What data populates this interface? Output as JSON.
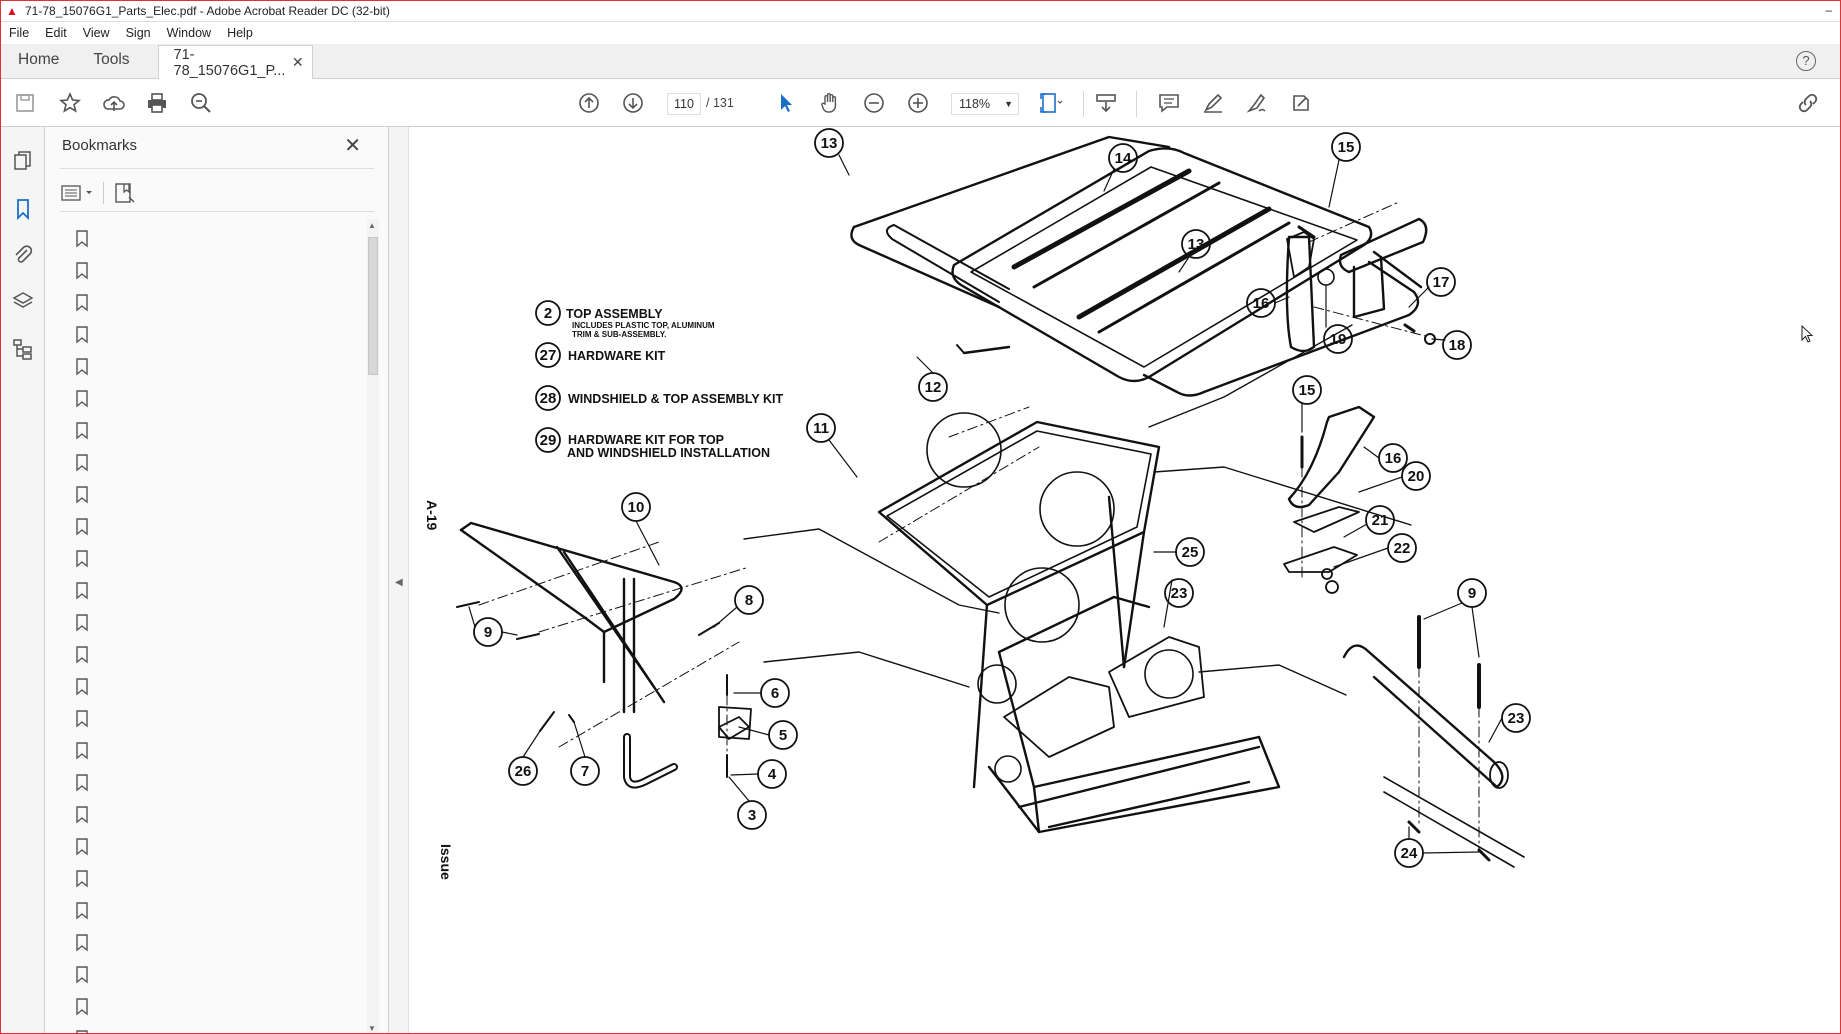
{
  "window": {
    "title": "71-78_15076G1_Parts_Elec.pdf - Adobe Acrobat Reader DC (32-bit)"
  },
  "menu": [
    "File",
    "Edit",
    "View",
    "Sign",
    "Window",
    "Help"
  ],
  "tabs": {
    "home": "Home",
    "tools": "Tools",
    "document": "71-78_15076G1_P...",
    "help": "?"
  },
  "toolbar": {
    "page_current": "110",
    "page_total": "/ 131",
    "zoom": "118%"
  },
  "bookmarks": {
    "title": "Bookmarks",
    "count": 26
  },
  "drawing": {
    "legend": [
      {
        "num": "2",
        "label": "TOP  ASSEMBLY",
        "sub1": "INCLUDES  PLASTIC  TOP,  ALUMINUM",
        "sub2": "TRIM  & SUB-ASSEMBLY."
      },
      {
        "num": "27",
        "label": "HARDWARE  KIT"
      },
      {
        "num": "28",
        "label": "WINDSHIELD  & TOP  ASSEMBLY  KIT"
      },
      {
        "num": "29",
        "label": "HARDWARE  KIT  FOR  TOP",
        "label2": "AND  WINDSHIELD  INSTALLATION"
      }
    ],
    "page_ref": "A-19",
    "footer_fragment": "Issue",
    "callouts": [
      "13",
      "14",
      "13",
      "15",
      "16",
      "19",
      "17",
      "18",
      "12",
      "11",
      "15",
      "16",
      "20",
      "21",
      "22",
      "25",
      "23",
      "10",
      "8",
      "9",
      "6",
      "5",
      "4",
      "3",
      "26",
      "7",
      "9",
      "23",
      "24"
    ]
  }
}
